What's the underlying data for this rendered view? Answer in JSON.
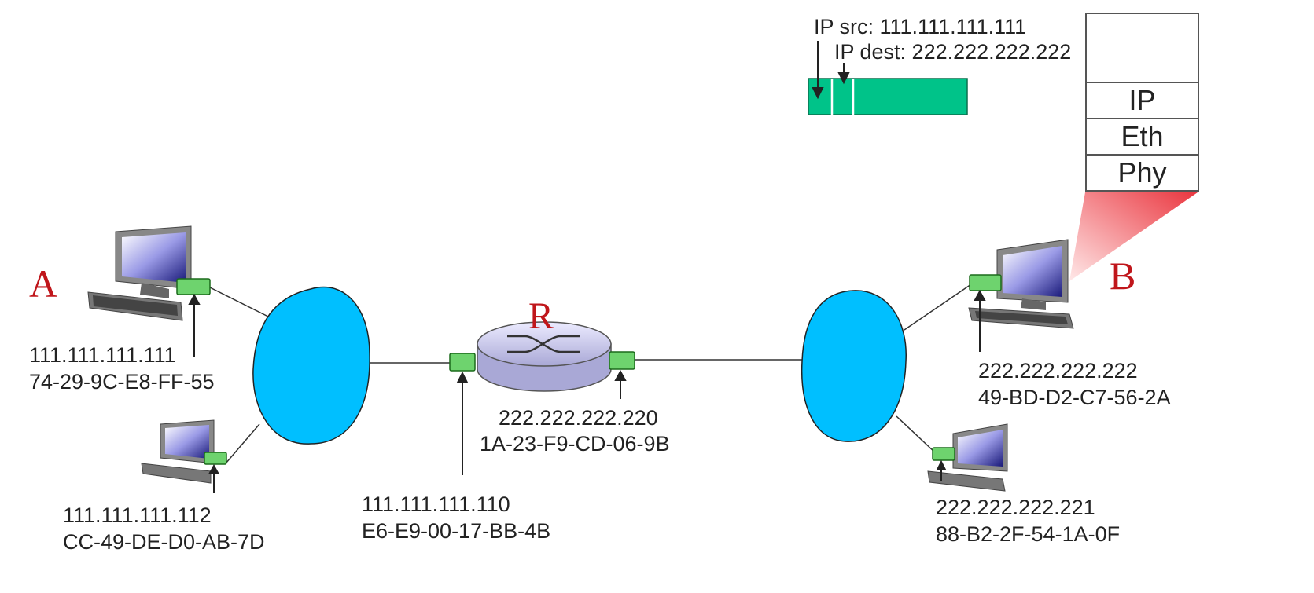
{
  "hosts": {
    "A": {
      "label": "A",
      "ip": "111.111.111.111",
      "mac": "74-29-9C-E8-FF-55"
    },
    "A2": {
      "ip": "111.111.111.112",
      "mac": "CC-49-DE-D0-AB-7D"
    },
    "B": {
      "label": "B",
      "ip": "222.222.222.222",
      "mac": "49-BD-D2-C7-56-2A"
    },
    "B2": {
      "ip": "222.222.222.221",
      "mac": "88-B2-2F-54-1A-0F"
    }
  },
  "router": {
    "label": "R",
    "left_iface": {
      "ip": "111.111.111.110",
      "mac": "E6-E9-00-17-BB-4B"
    },
    "right_iface": {
      "ip": "222.222.222.220",
      "mac": "1A-23-F9-CD-06-9B"
    }
  },
  "datagram": {
    "src_label": "IP src: 111.111.111.111",
    "dest_label": "IP dest: 222.222.222.222"
  },
  "protocol_stack": [
    "IP",
    "Eth",
    "Phy"
  ],
  "colors": {
    "cloud": "#00bfff",
    "datagram": "#00c389",
    "interface": "#3cb43c",
    "host_label": "#c0161b"
  }
}
